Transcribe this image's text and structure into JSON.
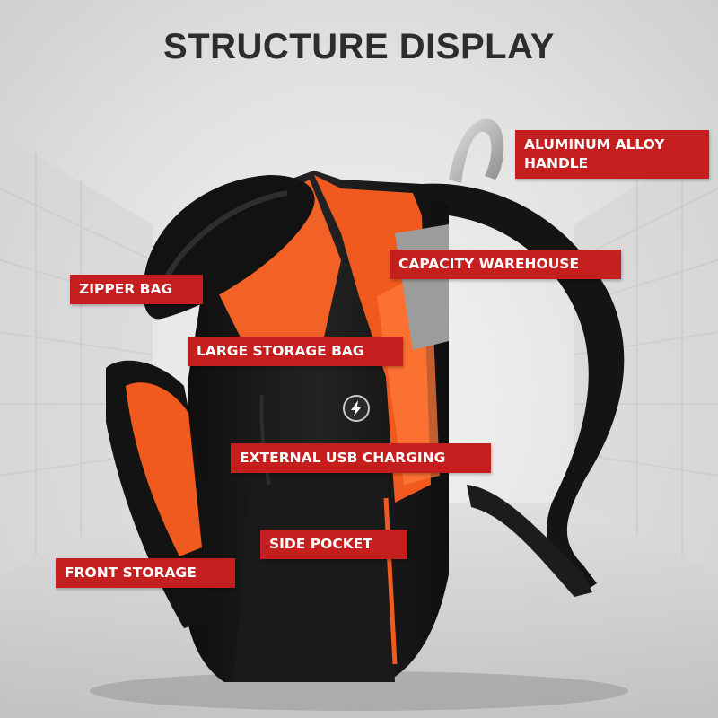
{
  "title": "STRUCTURE DISPLAY",
  "accent_color": "#c41e1e",
  "product_colors": {
    "body": "#161616",
    "lining": "#f05a1e",
    "handle": "#b8b8b8"
  },
  "labels": {
    "aluminum_handle": "ALUMINUM ALLOY\nHANDLE",
    "capacity_warehouse": "CAPACITY WAREHOUSE",
    "zipper_bag": "ZIPPER BAG",
    "large_storage_bag": "LARGE STORAGE BAG",
    "external_usb_charging": "EXTERNAL USB CHARGING",
    "side_pocket": "SIDE POCKET",
    "front_storage": "FRONT STORAGE"
  },
  "icons": {
    "usb_port": "lightning-icon"
  }
}
